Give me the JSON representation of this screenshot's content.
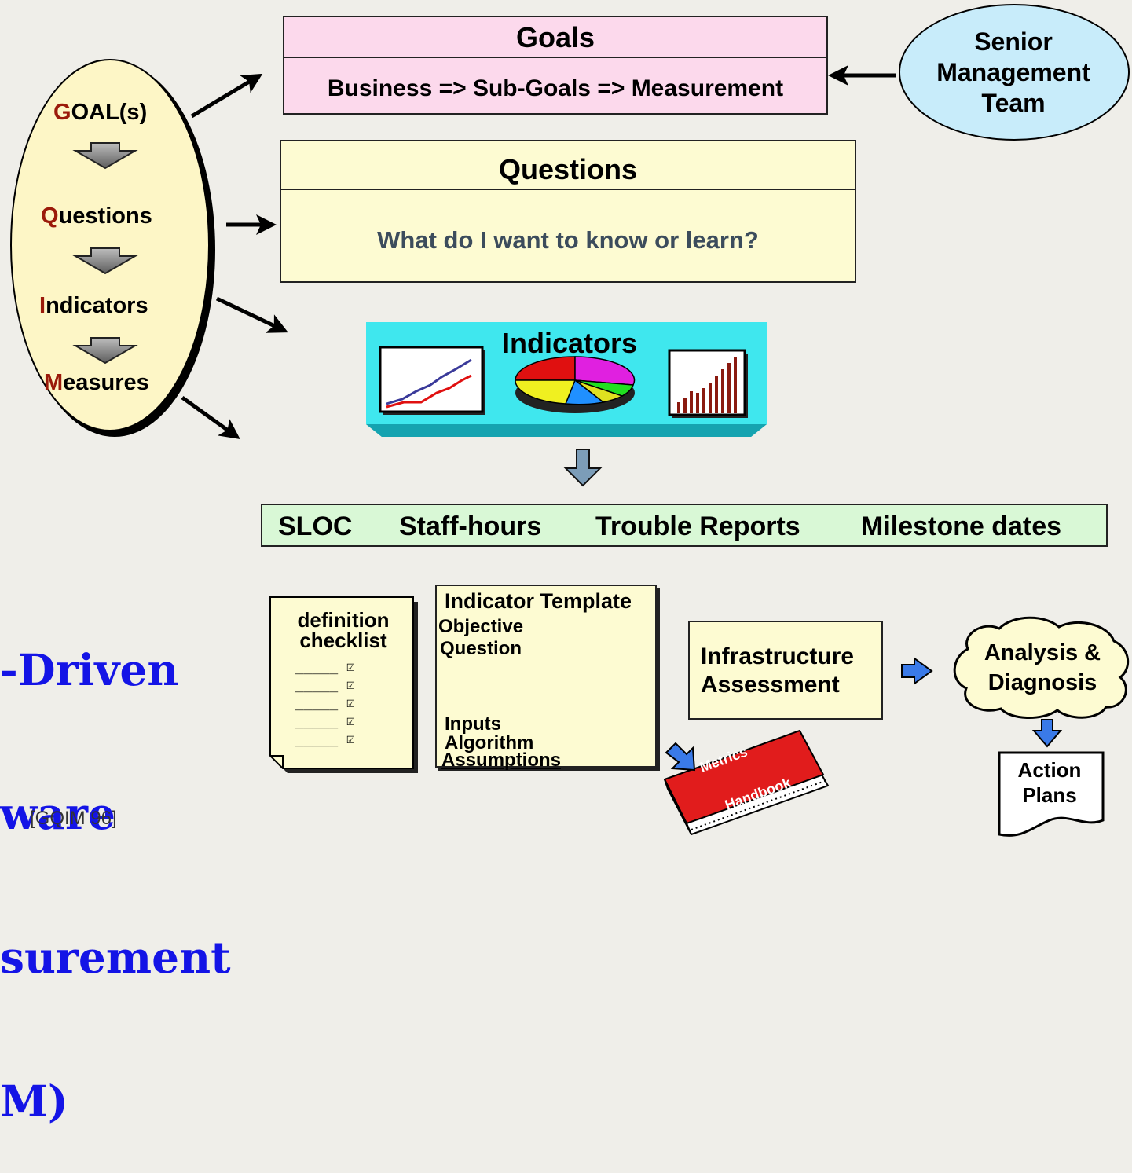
{
  "gqim": {
    "goal_letter": "G",
    "goal_rest": "OAL(s)",
    "questions_letter": "Q",
    "questions_rest": "uestions",
    "indicators_letter": "I",
    "indicators_rest": "ndicators",
    "measures_letter": "M",
    "measures_rest": "easures"
  },
  "goals": {
    "title": "Goals",
    "subtitle": "Business => Sub-Goals => Measurement"
  },
  "senior": {
    "line1": "Senior",
    "line2": "Management",
    "line3": "Team"
  },
  "questions": {
    "title": "Questions",
    "subtitle": "What do I want to know or learn?"
  },
  "indicators": {
    "title": "Indicators"
  },
  "measures": {
    "items": [
      "SLOC",
      "Staff-hours",
      "Trouble Reports",
      "Milestone dates"
    ]
  },
  "big_title": {
    "line1": "-Driven",
    "line2": "ware",
    "line3": "surement",
    "line4": "M)"
  },
  "checklist": {
    "title_line1": "definition",
    "title_line2": "checklist",
    "row": "_____ ☑"
  },
  "template": {
    "title": "Indicator Template",
    "objective": "Objective",
    "question": "Question",
    "inputs": "Inputs",
    "algorithm": "Algorithm",
    "assumptions": "Assumptions"
  },
  "handbook": {
    "line1": "Metrics",
    "line2": "Handbook"
  },
  "infra": {
    "line1": "Infrastructure",
    "line2": "Assessment"
  },
  "analysis": {
    "line1": "Analysis &",
    "line2": "Diagnosis"
  },
  "action": {
    "line1": "Action",
    "line2": "Plans"
  },
  "citation": "[GQIM 96]",
  "colors": {
    "goals_fill": "#fcd9ec",
    "questions_fill": "#fdfbd2",
    "senior_fill": "#c8ecfa",
    "indicators_banner": "#3fe7ee",
    "measures_fill": "#d9f8d6",
    "title_blue": "#1414e6",
    "letter_red": "#9b1a0a"
  }
}
